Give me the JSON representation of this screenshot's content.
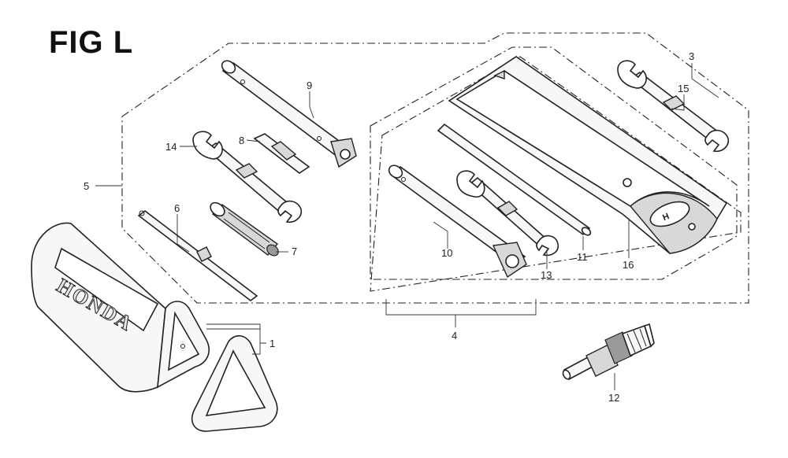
{
  "figure": {
    "title": "FIG L"
  },
  "parts": [
    {
      "id": "1",
      "label": "1"
    },
    {
      "id": "3",
      "label": "3"
    },
    {
      "id": "4",
      "label": "4"
    },
    {
      "id": "5",
      "label": "5"
    },
    {
      "id": "6",
      "label": "6"
    },
    {
      "id": "7",
      "label": "7"
    },
    {
      "id": "8",
      "label": "8"
    },
    {
      "id": "9",
      "label": "9"
    },
    {
      "id": "10",
      "label": "10"
    },
    {
      "id": "11",
      "label": "11"
    },
    {
      "id": "12",
      "label": "12"
    },
    {
      "id": "13",
      "label": "13"
    },
    {
      "id": "14",
      "label": "14"
    },
    {
      "id": "15",
      "label": "15"
    },
    {
      "id": "16",
      "label": "16"
    }
  ],
  "brand_mark": "HONDA"
}
